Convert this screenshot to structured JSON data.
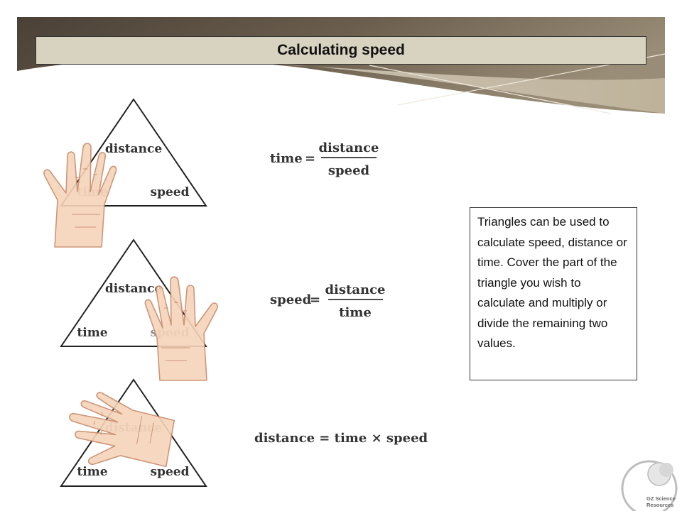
{
  "title": "Calculating speed",
  "triangles": [
    {
      "top": "distance",
      "left": "time",
      "right": "speed",
      "covered": "time"
    },
    {
      "top": "distance",
      "left": "time",
      "right": "speed",
      "covered": "speed"
    },
    {
      "top": "distance",
      "left": "time",
      "right": "speed",
      "covered": "distance"
    }
  ],
  "formulas": {
    "time": {
      "lhs": "time",
      "eq": "=",
      "numerator": "distance",
      "denominator": "speed"
    },
    "speed": {
      "lhs": "speed",
      "eq": "=",
      "numerator": "distance",
      "denominator": "time"
    },
    "distance": {
      "text": "distance = time × speed"
    }
  },
  "info": "Triangles can be used to calculate speed, distance or time. Cover the part of the triangle you wish to calculate  and multiply or divide the remaining two values.",
  "logo": {
    "line1": "GZ Science",
    "line2": "Resources"
  },
  "colors": {
    "header_dark": "#5e5244",
    "header_light": "#d2c9b3",
    "title_fill": "#d8d2c1",
    "hand_fill": "#f6d4ba",
    "hand_stroke": "#c98a6a"
  }
}
